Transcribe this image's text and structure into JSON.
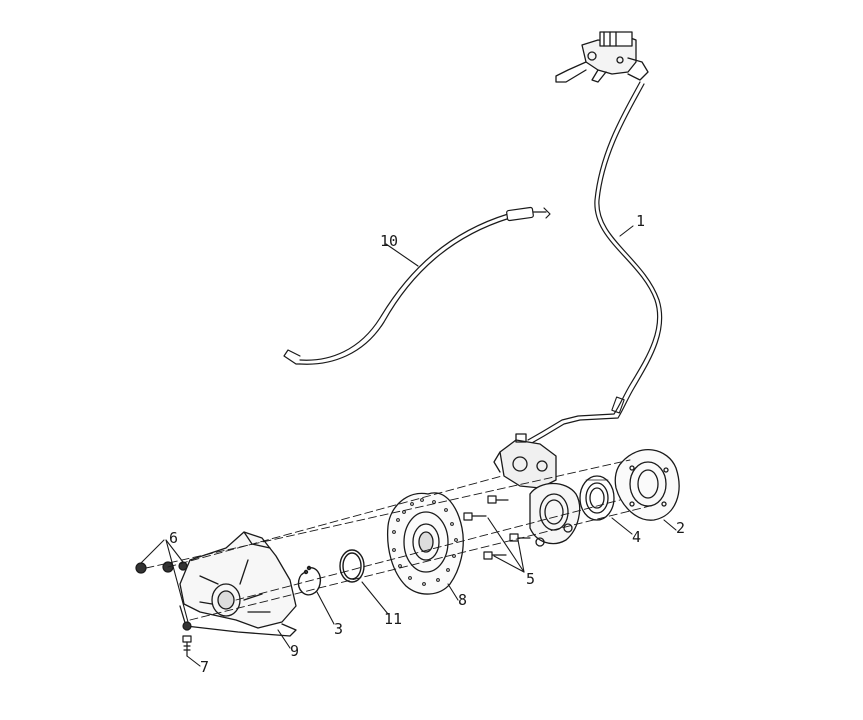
{
  "diagram": {
    "callouts": [
      {
        "id": "brake-lever-hose-assembly",
        "label": "1"
      },
      {
        "id": "brake-disc-shield",
        "label": "2"
      },
      {
        "id": "circlip",
        "label": "3"
      },
      {
        "id": "bearing",
        "label": "4"
      },
      {
        "id": "bolts",
        "label": "5"
      },
      {
        "id": "nuts",
        "label": "6"
      },
      {
        "id": "screw",
        "label": "7"
      },
      {
        "id": "brake-disc",
        "label": "8"
      },
      {
        "id": "knuckle-cover",
        "label": "9"
      },
      {
        "id": "speed-sensor-cable",
        "label": "10"
      },
      {
        "id": "o-ring",
        "label": "11"
      }
    ],
    "colors": {
      "line": "#1a1a1a",
      "background": "#ffffff"
    }
  }
}
